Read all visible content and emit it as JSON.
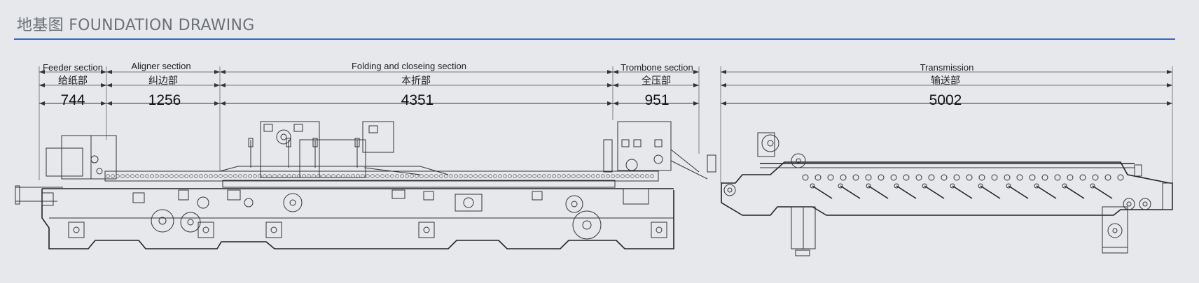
{
  "header": {
    "title": "地基图 FOUNDATION DRAWING",
    "rule_color": "#3f66b4"
  },
  "sections": [
    {
      "name_en": "Feeder section",
      "name_cn": "给纸部",
      "length": "744"
    },
    {
      "name_en": "Aligner section",
      "name_cn": "纠边部",
      "length": "1256"
    },
    {
      "name_en": "Folding and closeing section",
      "name_cn": "本折部",
      "length": "4351"
    },
    {
      "name_en": "Trombone section",
      "name_cn": "全压部",
      "length": "951"
    },
    {
      "name_en": "Transmission",
      "name_cn": "输送部",
      "length": "5002"
    }
  ]
}
